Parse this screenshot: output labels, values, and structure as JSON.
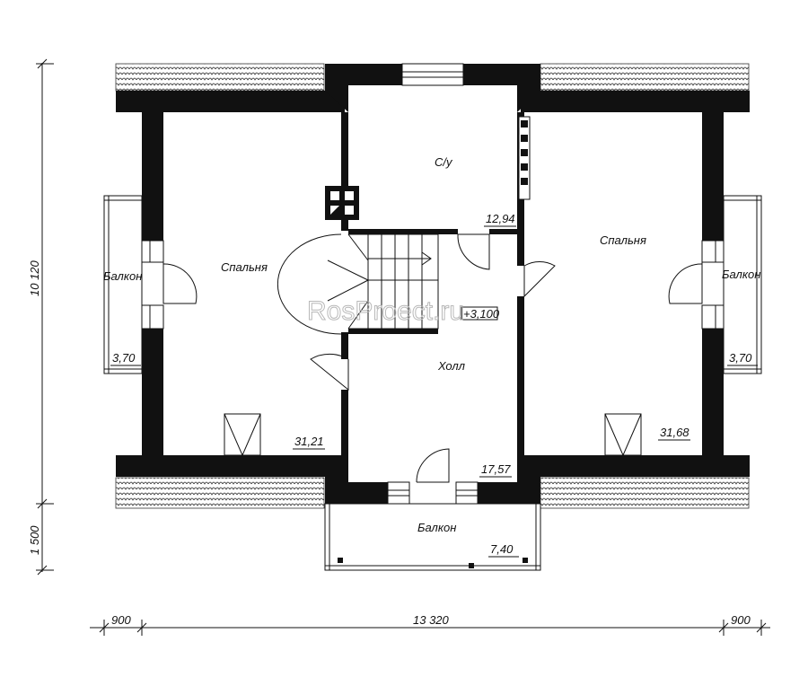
{
  "rooms": {
    "bedroom_left": {
      "name": "Спальня",
      "area": "31,21"
    },
    "bathroom": {
      "name": "С/у",
      "area": "12,94"
    },
    "bedroom_right": {
      "name": "Спальня",
      "area": "31,68"
    },
    "hall": {
      "name": "Холл",
      "area": "17,57"
    },
    "balcony_left": {
      "name": "Балкон",
      "area": "3,70"
    },
    "balcony_right": {
      "name": "Балкон",
      "area": "3,70"
    },
    "balcony_front": {
      "name": "Балкон",
      "area": "7,40"
    }
  },
  "level_mark": "+3,100",
  "dimensions": {
    "left_vertical_main": "10 120",
    "left_vertical_balcony": "1 500",
    "bottom_left": "900",
    "bottom_main": "13 320",
    "bottom_right": "900"
  },
  "watermark": "RosProect.ru",
  "colors": {
    "wall": "#111111",
    "line": "#111111",
    "watermark": "#b8b8b8"
  }
}
